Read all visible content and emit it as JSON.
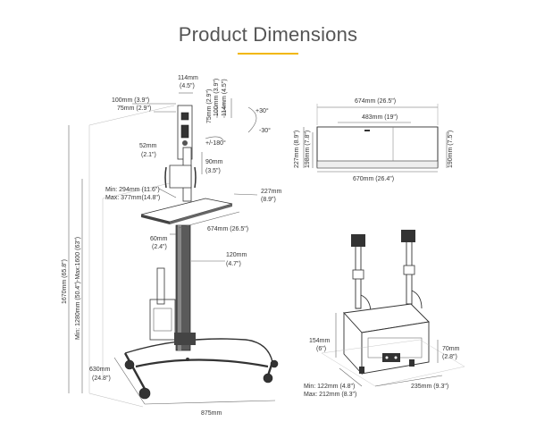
{
  "header": {
    "title": "Product Dimensions",
    "accent_color": "#f2b705"
  },
  "stand": {
    "top_width": "114mm",
    "top_width_in": "(4.5\")",
    "mount_100": "100mm (3.9\")",
    "mount_75": "75mm (2.9\")",
    "vert_75": "75mm (2.9\")",
    "vert_100": "100mm (3.9\")",
    "vert_114": "114mm (4.5\")",
    "tilt_up": "+30°",
    "tilt_down": "-30°",
    "rotate": "+/-180°",
    "col_52": "52mm",
    "col_52_in": "(2.1\")",
    "height_90": "90mm",
    "height_90_in": "(3.5\")",
    "shelf_min": "Min: 294mm (11.6\")",
    "shelf_max": "Max: 377mm(14.8\")",
    "shelf_depth": "227mm",
    "shelf_depth_in": "(8.9\")",
    "shelf_width": "674mm (26.5\")",
    "col_60": "60mm",
    "col_60_in": "(2.4\")",
    "col_120": "120mm",
    "col_120_in": "(4.7\")",
    "total_height": "1670mm (65.8\")",
    "mount_range": "Min: 1280mm (50.4\")-Max:1600 (63\")",
    "base_depth": "630mm",
    "base_depth_in": "(24.8\")",
    "base_width": "875mm"
  },
  "shelf_front": {
    "width_top": "674mm (26.5\")",
    "inner_width": "483mm (19\")",
    "height_227": "227mm (8.9\")",
    "height_198": "198mm (7.8\")",
    "height_190": "190mm (7.5\")",
    "width_bottom": "670mm (26.4\")"
  },
  "cpu_holder": {
    "height_154": "154mm",
    "height_154_in": "(6\")",
    "height_70": "70mm",
    "height_70_in": "(2.8\")",
    "width_min": "Min: 122mm (4.8\")",
    "width_max": "Max: 212mm (8.3\")",
    "depth": "235mm (9.3\")"
  }
}
